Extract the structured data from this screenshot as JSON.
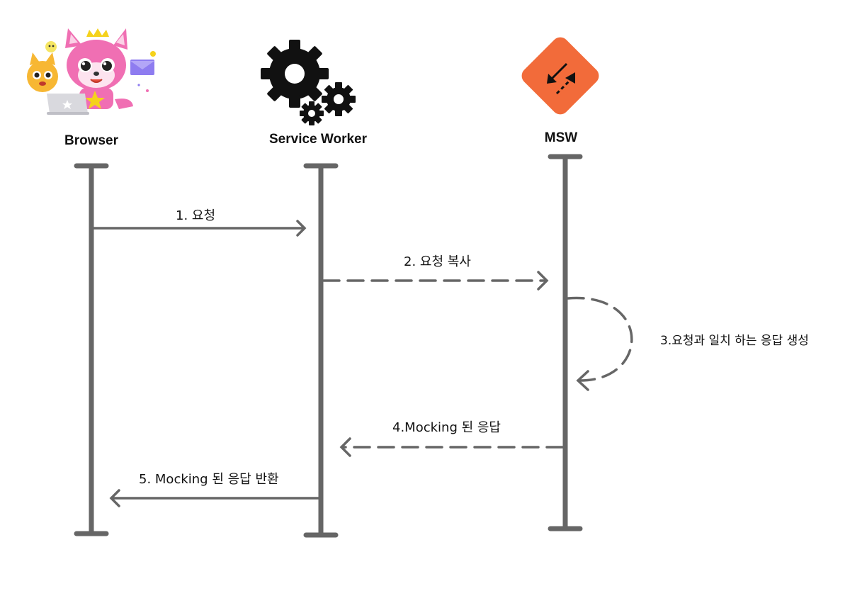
{
  "actors": [
    {
      "label": "Browser",
      "icon": "pinkfong-mascot-icon"
    },
    {
      "label": "Service Worker",
      "icon": "gears-icon"
    },
    {
      "label": "MSW",
      "icon": "msw-logo-icon",
      "color": "#f26b3a"
    }
  ],
  "messages": [
    {
      "label": "1. 요청",
      "style": "solid"
    },
    {
      "label": "2. 요청 복사",
      "style": "dashed"
    },
    {
      "label": "3.요청과 일치 하는 응답 생성",
      "style": "dashed"
    },
    {
      "label": "4.Mocking 된 응답",
      "style": "dashed"
    },
    {
      "label": "5. Mocking 된 응답 반환",
      "style": "solid"
    }
  ],
  "colors": {
    "lifeline": "#666666",
    "arrow": "#666666",
    "text": "#111111"
  }
}
